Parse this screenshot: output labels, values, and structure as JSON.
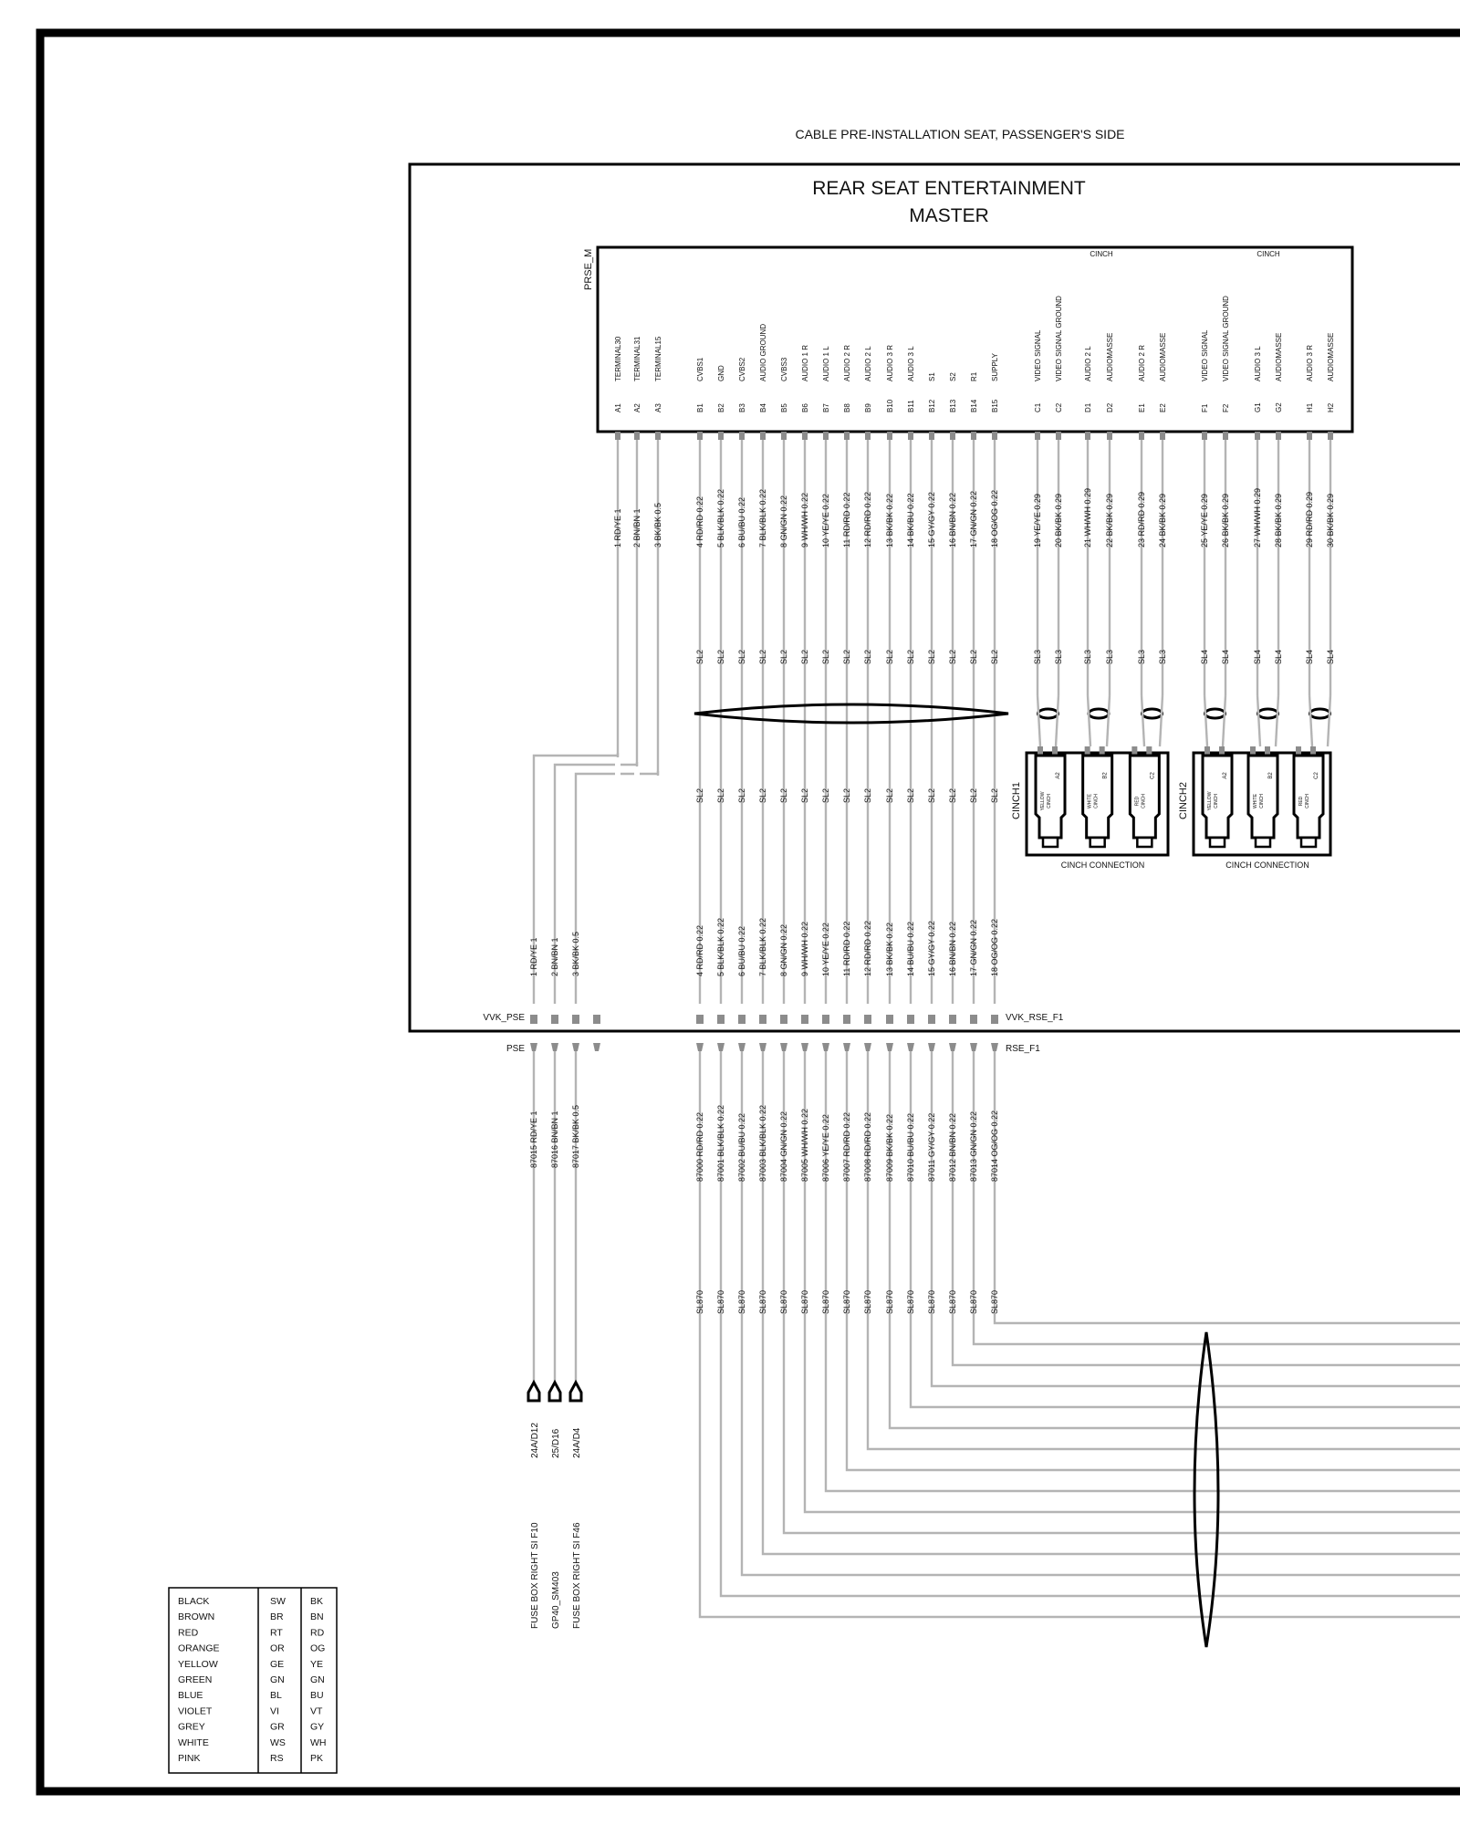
{
  "header": {
    "cable_label": "CABLE PRE-INSTALLATION SEAT, PASSENGER'S SIDE",
    "module_title_1": "REAR SEAT ENTERTAINMENT",
    "module_title_2": "MASTER",
    "connector_name": "PRSE_M",
    "cinch_label": "CINCH"
  },
  "pins_top": [
    {
      "pin": "A1",
      "func": "TERMINAL30",
      "wire": "1 RD/YE 1",
      "sl": ""
    },
    {
      "pin": "A2",
      "func": "TERMINAL31",
      "wire": "2 BN/BN 1",
      "sl": ""
    },
    {
      "pin": "A3",
      "func": "TERMINAL15",
      "wire": "3 BK/BK 0.5",
      "sl": ""
    },
    {
      "pin": "B1",
      "func": "CVBS1",
      "wire": "4 RD/RD 0.22",
      "sl": "SL2"
    },
    {
      "pin": "B2",
      "func": "GND",
      "wire": "5 BLK/BLK 0.22",
      "sl": "SL2"
    },
    {
      "pin": "B3",
      "func": "CVBS2",
      "wire": "6 BU/BU 0.22",
      "sl": "SL2"
    },
    {
      "pin": "B4",
      "func": "AUDIO GROUND",
      "wire": "7 BLK/BLK 0.22",
      "sl": "SL2"
    },
    {
      "pin": "B5",
      "func": "CVBS3",
      "wire": "8 GN/GN 0.22",
      "sl": "SL2"
    },
    {
      "pin": "B6",
      "func": "AUDIO 1 R",
      "wire": "9 WH/WH 0.22",
      "sl": "SL2"
    },
    {
      "pin": "B7",
      "func": "AUDIO 1 L",
      "wire": "10 YE/YE 0.22",
      "sl": "SL2"
    },
    {
      "pin": "B8",
      "func": "AUDIO 2 R",
      "wire": "11 RD/RD 0.22",
      "sl": "SL2"
    },
    {
      "pin": "B9",
      "func": "AUDIO 2 L",
      "wire": "12 RD/RD 0.22",
      "sl": "SL2"
    },
    {
      "pin": "B10",
      "func": "AUDIO 3 R",
      "wire": "13 BK/BK 0.22",
      "sl": "SL2"
    },
    {
      "pin": "B11",
      "func": "AUDIO 3 L",
      "wire": "14 BK/BU 0.22",
      "sl": "SL2"
    },
    {
      "pin": "B12",
      "func": "S1",
      "wire": "15 GY/GY 0.22",
      "sl": "SL2"
    },
    {
      "pin": "B13",
      "func": "S2",
      "wire": "16 BN/BN 0.22",
      "sl": "SL2"
    },
    {
      "pin": "B14",
      "func": "R1",
      "wire": "17 GN/GN 0.22",
      "sl": "SL2"
    },
    {
      "pin": "B15",
      "func": "SUPPLY",
      "wire": "18 OG/OG 0.22",
      "sl": "SL2"
    },
    {
      "pin": "C1",
      "func": "VIDEO SIGNAL",
      "wire": "19 YE/YE 0.29",
      "sl": "SL3"
    },
    {
      "pin": "C2",
      "func": "VIDEO SIGNAL GROUND",
      "wire": "20 BK/BK 0.29",
      "sl": "SL3"
    },
    {
      "pin": "D1",
      "func": "AUDIO 2 L",
      "wire": "21 WH/WH 0.29",
      "sl": "SL3"
    },
    {
      "pin": "D2",
      "func": "AUDIOMASSE",
      "wire": "22 BK/BK 0.29",
      "sl": "SL3"
    },
    {
      "pin": "E1",
      "func": "AUDIO 2 R",
      "wire": "23 RD/RD 0.29",
      "sl": "SL3"
    },
    {
      "pin": "E2",
      "func": "AUDIOMASSE",
      "wire": "24 BK/BK 0.29",
      "sl": "SL3"
    },
    {
      "pin": "F1",
      "func": "VIDEO SIGNAL",
      "wire": "25 YE/YE 0.29",
      "sl": "SL4"
    },
    {
      "pin": "F2",
      "func": "VIDEO SIGNAL GROUND",
      "wire": "26 BK/BK 0.29",
      "sl": "SL4"
    },
    {
      "pin": "G1",
      "func": "AUDIO 3 L",
      "wire": "27 WH/WH 0.29",
      "sl": "SL4"
    },
    {
      "pin": "G2",
      "func": "AUDIOMASSE",
      "wire": "28 BK/BK 0.29",
      "sl": "SL4"
    },
    {
      "pin": "H1",
      "func": "AUDIO 3 R",
      "wire": "29 RD/RD 0.29",
      "sl": "SL4"
    },
    {
      "pin": "H2",
      "func": "AUDIOMASSE",
      "wire": "30 BK/BK 0.29",
      "sl": "SL4"
    }
  ],
  "cinch_blocks": [
    {
      "name": "CINCH1",
      "caption": "CINCH   CONNECTION",
      "plugs": [
        {
          "color": "YELLOW",
          "type": "CINCH",
          "pin": "A2"
        },
        {
          "color": "WHITE",
          "type": "CINCH",
          "pin": "B2"
        },
        {
          "color": "RED",
          "type": "CINCH",
          "pin": "C2"
        }
      ]
    },
    {
      "name": "CINCH2",
      "caption": "CINCH   CONNECTION",
      "plugs": [
        {
          "color": "YELLOW",
          "type": "CINCH",
          "pin": "A2"
        },
        {
          "color": "WHITE",
          "type": "CINCH",
          "pin": "B2"
        },
        {
          "color": "RED",
          "type": "CINCH",
          "pin": "C2"
        }
      ]
    }
  ],
  "inner_wires_pse": [
    "1 RD/YE 1",
    "2 BN/BN 1",
    "3 BK/BK 0.5"
  ],
  "inner_wires_rse": [
    "4 RD/RD 0.22",
    "5 BLK/BLK 0.22",
    "6 BU/BU 0.22",
    "7 BLK/BLK 0.22",
    "8 GN/GN 0.22",
    "9 WH/WH 0.22",
    "10 YE/YE 0.22",
    "11 RD/RD 0.22",
    "12 RD/RD 0.22",
    "13 BK/BK 0.22",
    "14 BU/BU 0.22",
    "15 GY/GY 0.22",
    "16 BN/BN 0.22",
    "17 GN/GN 0.22",
    "18 OG/OG 0.22"
  ],
  "connector_vvk_pse": {
    "name": "VVK_PSE",
    "pins": [
      "1",
      "2",
      "3",
      "4"
    ]
  },
  "connector_vvk_rse": {
    "name": "VVK_RSE_F1",
    "pins": [
      "1",
      "2",
      "3",
      "4",
      "5",
      "6",
      "7",
      "8",
      "9",
      "10",
      "11",
      "12",
      "13",
      "14",
      "15"
    ]
  },
  "connector_pse": {
    "name": "PSE",
    "pins": [
      "1",
      "2",
      "3",
      "4"
    ]
  },
  "connector_rse": {
    "name": "RSE_F1",
    "pins": [
      "1",
      "2",
      "3",
      "4",
      "5",
      "6",
      "7",
      "8",
      "9",
      "10",
      "11",
      "12",
      "13",
      "14",
      "15"
    ]
  },
  "outer_wires_pse": [
    "87015 RD/YE 1",
    "87016 BN/BN 1",
    "87017 BK/BK 0.5"
  ],
  "outer_wires_rse": [
    "87000 RD/RD 0.22",
    "87001 BLK/BLK 0.22",
    "87002 BU/BU 0.22",
    "87003 BLK/BLK 0.22",
    "87004 GN/GN 0.22",
    "87005 WH/WH 0.22",
    "87006 YE/YE 0.22",
    "87007 RD/RD 0.22",
    "87008 RD/RD 0.22",
    "87009 BK/BK 0.22",
    "87010 BU/BU 0.22",
    "87011 GY/GY 0.22",
    "87012 BN/BN 0.22",
    "87013 GN/GN 0.22",
    "87014 OG/OG 0.22"
  ],
  "outer_sl": "SL870",
  "fuse_refs": [
    {
      "code": "24A/D12",
      "desc": "FUSE BOX RIGHT SI F10"
    },
    {
      "code": "25/D16",
      "desc": "GP40_SM403"
    },
    {
      "code": "24A/D4",
      "desc": "FUSE BOX RIGHT SI F46"
    }
  ],
  "color_legend": [
    {
      "name": "BLACK",
      "de": "SW",
      "en": "BK"
    },
    {
      "name": "BROWN",
      "de": "BR",
      "en": "BN"
    },
    {
      "name": "RED",
      "de": "RT",
      "en": "RD"
    },
    {
      "name": "ORANGE",
      "de": "OR",
      "en": "OG"
    },
    {
      "name": "YELLOW",
      "de": "GE",
      "en": "YE"
    },
    {
      "name": "GREEN",
      "de": "GN",
      "en": "GN"
    },
    {
      "name": "BLUE",
      "de": "BL",
      "en": "BU"
    },
    {
      "name": "VIOLET",
      "de": "VI",
      "en": "VT"
    },
    {
      "name": "GREY",
      "de": "GR",
      "en": "GY"
    },
    {
      "name": "WHITE",
      "de": "WS",
      "en": "WH"
    },
    {
      "name": "PINK",
      "de": "RS",
      "en": "PK"
    }
  ],
  "colors": {
    "wire": "#b4b4b4",
    "pin": "#8c8c8c",
    "line": "#000000",
    "text": "#111111"
  }
}
